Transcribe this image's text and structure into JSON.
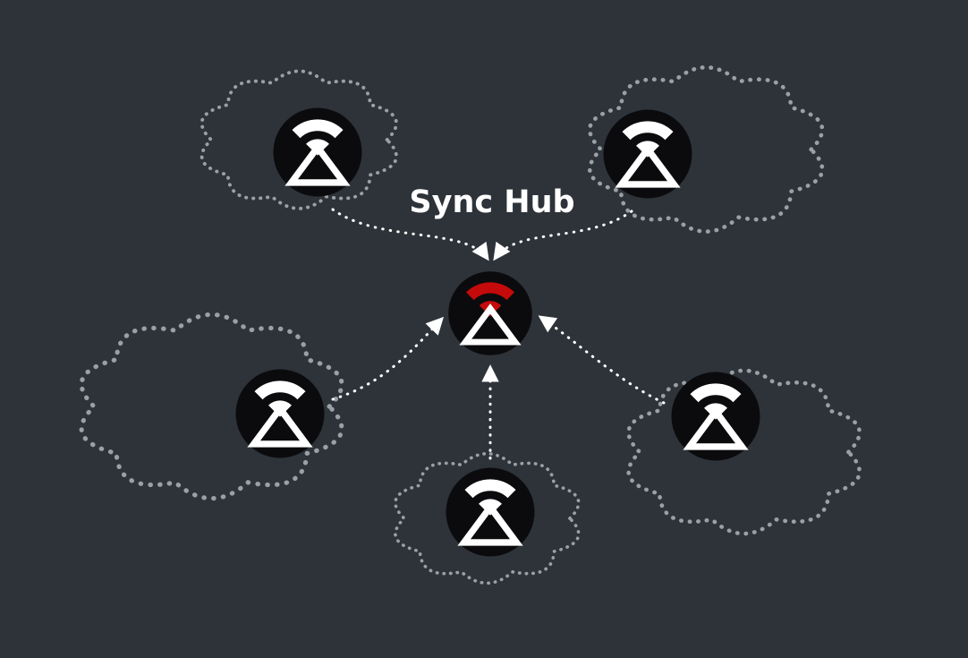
{
  "title": "Sync Hub",
  "colors": {
    "background": "#2d3339",
    "cloud_outline": "#9aa0a4",
    "arrow": "#ffffff",
    "node_circle": "#0b0b0e",
    "node_glyph": "#ffffff",
    "hub_accent": "#c40a0a"
  },
  "diagram": {
    "type": "hub-and-spoke-topology",
    "hub": {
      "label": "Sync Hub",
      "icon": "sync-hotspot-icon",
      "accent": "red"
    },
    "peers": [
      {
        "id": "peer-top-left",
        "icon": "sync-hotspot-icon"
      },
      {
        "id": "peer-top-right",
        "icon": "sync-hotspot-icon"
      },
      {
        "id": "peer-mid-left",
        "icon": "sync-hotspot-icon"
      },
      {
        "id": "peer-bottom-center",
        "icon": "sync-hotspot-icon"
      },
      {
        "id": "peer-right",
        "icon": "sync-hotspot-icon"
      }
    ],
    "connections": [
      "peer-top-left -> hub",
      "peer-top-right -> hub",
      "peer-mid-left -> hub",
      "peer-bottom-center -> hub",
      "peer-right -> hub"
    ]
  }
}
